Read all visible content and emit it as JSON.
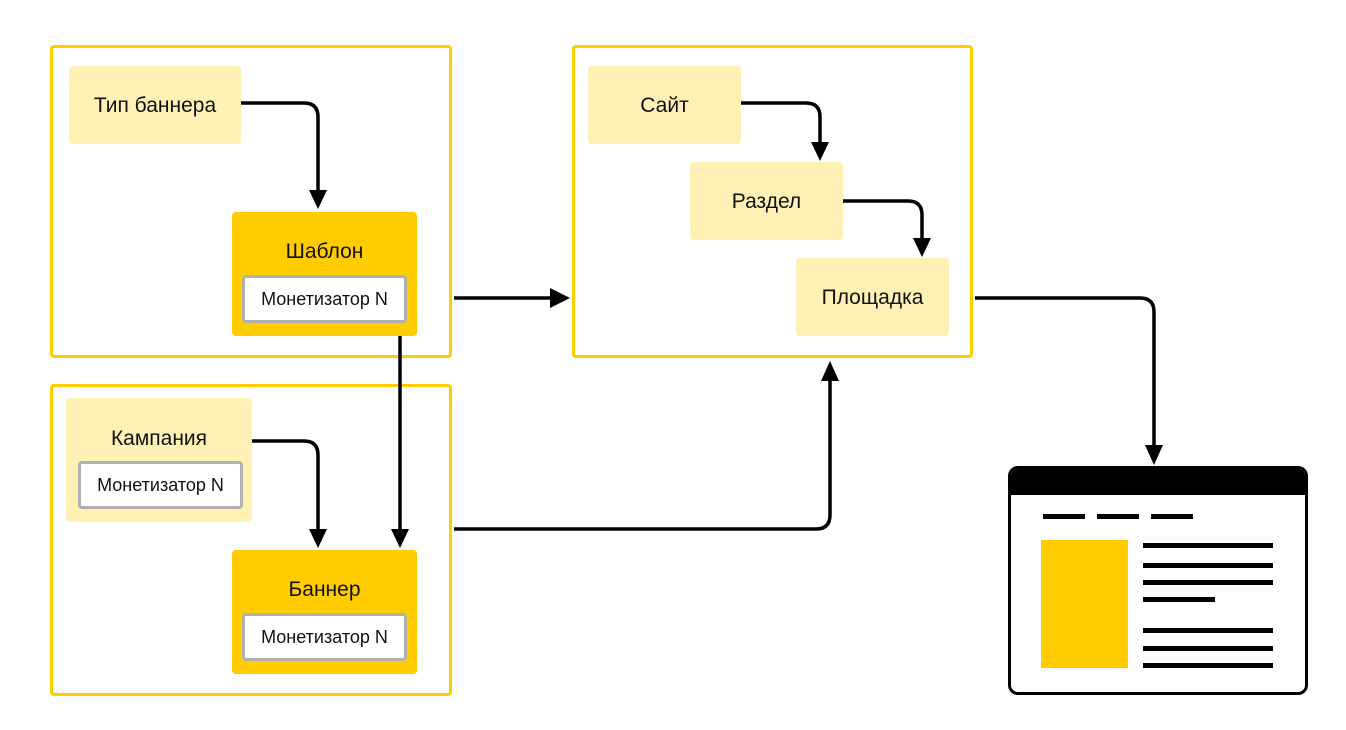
{
  "nodes": {
    "banner_type": "Тип баннера",
    "template": "Шаблон",
    "template_monetizer": "Монетизатор N",
    "campaign": "Кампания",
    "campaign_monetizer": "Монетизатор N",
    "banner": "Баннер",
    "banner_monetizer": "Монетизатор N",
    "site": "Сайт",
    "section": "Раздел",
    "placement": "Площадка"
  },
  "colors": {
    "accent": "#ffcc00",
    "light_fill": "#fff0b3",
    "edge": "#000000",
    "monetizer_border": "#b0b0b0"
  },
  "icons": {
    "webpage": "webpage-mockup-icon"
  }
}
